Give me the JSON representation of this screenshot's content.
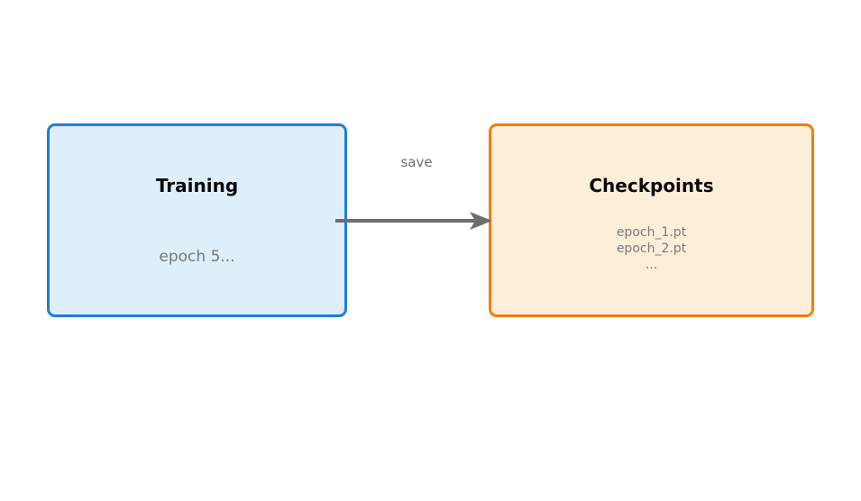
{
  "diagram": {
    "background_color": "#ffffff",
    "nodes": [
      {
        "id": "training",
        "title": "Training",
        "subtitle": "epoch 5...",
        "fill_color": "#deeefb",
        "border_color": "#1f7fd4"
      },
      {
        "id": "checkpoints",
        "title": "Checkpoints",
        "files": [
          "epoch_1.pt",
          "epoch_2.pt",
          "..."
        ],
        "fill_color": "#fdeed9",
        "border_color": "#f57c00"
      }
    ],
    "edges": [
      {
        "id": "training-to-checkpoints",
        "label": "save",
        "from": "training",
        "to": "checkpoints",
        "color": "#6e6e6e",
        "direction": "right"
      }
    ]
  }
}
